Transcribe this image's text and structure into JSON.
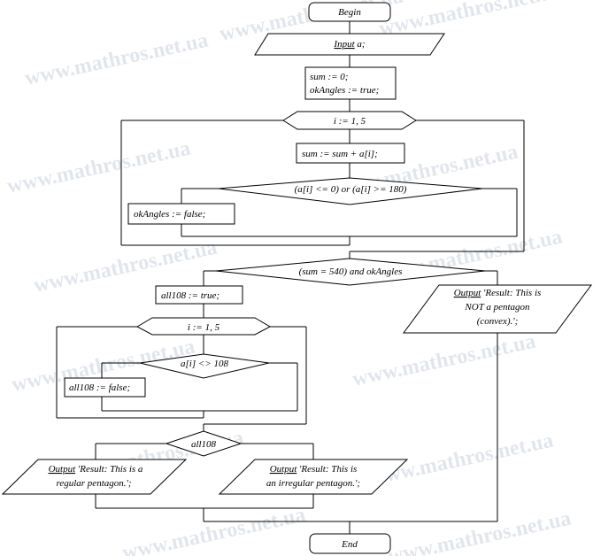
{
  "watermark": "www.mathros.net.ua",
  "nodes": {
    "begin": "Begin",
    "input_kw": "Input",
    "input_rest": " a;",
    "init_line1": "sum := 0;",
    "init_line2": "okAngles := true;",
    "loop1": "i := 1, 5",
    "sum_update": "sum := sum + a[i];",
    "cond_angles": "(a[i] <= 0) or (a[i] >= 180)",
    "ok_false": "okAngles := false;",
    "cond_main": "(sum = 540) and okAngles",
    "all108_true": "all108 := true;",
    "loop2": "i := 1, 5",
    "cond_108": "a[i] <> 108",
    "all108_false": "all108 := false;",
    "cond_all108": "all108",
    "out_kw": "Output",
    "out_regular_1": " 'Result: This is a",
    "out_regular_2": "regular pentagon.';",
    "out_irregular_1": " 'Result: This is",
    "out_irregular_2": "an irregular pentagon.';",
    "out_not_1": " 'Result: This is",
    "out_not_2": "NOT a pentagon",
    "out_not_3": "(convex).';",
    "end": "End"
  }
}
